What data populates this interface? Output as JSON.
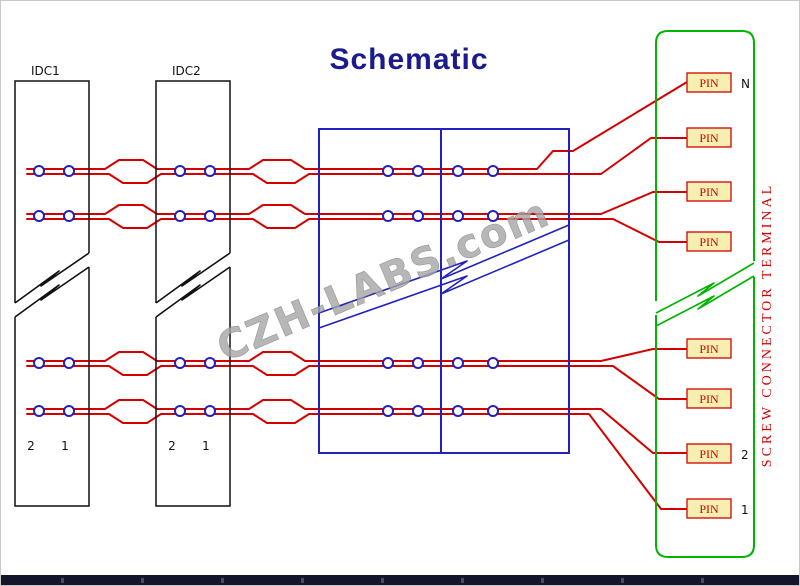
{
  "title": "Schematic",
  "watermark": "CZH-LABS.com",
  "connectors": {
    "idc1": {
      "label": "IDC1",
      "num2": "2",
      "num1": "1"
    },
    "idc2": {
      "label": "IDC2",
      "num2": "2",
      "num1": "1"
    }
  },
  "terminal": {
    "label": "SCREW CONNECTOR TERMINAL",
    "pins": [
      {
        "label": "PIN",
        "side": "N"
      },
      {
        "label": "PIN",
        "side": ""
      },
      {
        "label": "PIN",
        "side": ""
      },
      {
        "label": "PIN",
        "side": ""
      },
      {
        "label": "PIN",
        "side": ""
      },
      {
        "label": "PIN",
        "side": ""
      },
      {
        "label": "PIN",
        "side": "2"
      },
      {
        "label": "PIN",
        "side": "1"
      }
    ]
  },
  "colors": {
    "wire": "#d40000",
    "block": "#2121bd",
    "terminal": "#00b400",
    "pin_fill": "#f5f0b2",
    "title": "#1b1b8e",
    "ink": "#111111"
  }
}
